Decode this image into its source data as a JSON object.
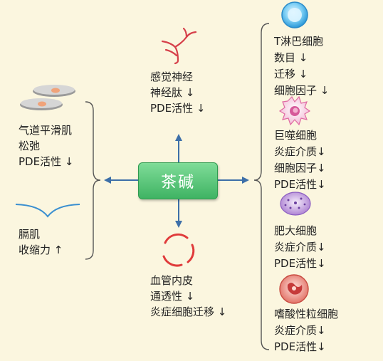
{
  "center": {
    "label": "茶碱"
  },
  "left": {
    "airway": [
      "气道平滑肌",
      "松弛",
      "PDE活性 ↓"
    ],
    "diaphragm": [
      "膈肌",
      "收缩力 ↑"
    ]
  },
  "top": {
    "nerve": [
      "感觉神经",
      "神经肽 ↓",
      "PDE活性 ↓"
    ]
  },
  "bottom": {
    "endothelium": [
      "血管内皮",
      "通透性 ↓",
      "炎症细胞迁移 ↓"
    ]
  },
  "right": {
    "tcell": [
      "T淋巴细胞",
      "数目 ↓",
      "迁移 ↓",
      "细胞因子 ↓"
    ],
    "macrophage": [
      "巨噬细胞",
      "炎症介质↓",
      "细胞因子↓",
      "PDE活性↓"
    ],
    "mast": [
      "肥大细胞",
      "炎症介质↓",
      "PDE活性↓"
    ],
    "eosinophil": [
      "嗜酸性粒细胞",
      "炎症介质↓",
      "PDE活性↓"
    ]
  },
  "colors": {
    "arrow": "#3d6fa8",
    "bracket": "#555555",
    "center_fill": "#4fc071",
    "background": "#fbf6df"
  }
}
